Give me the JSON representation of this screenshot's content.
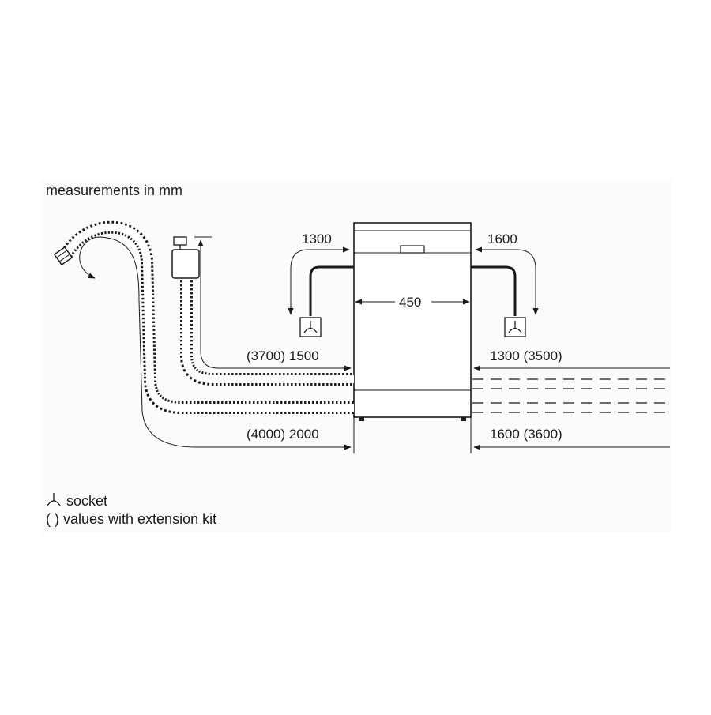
{
  "header": {
    "units_note": "measurements in mm"
  },
  "dimensions": {
    "left_outlet_drop": "1300",
    "right_outlet_drop": "1600",
    "appliance_width": "450",
    "drain_hose_length": "(3700) 1500",
    "supply_hose_length": "(4000) 2000",
    "right_upper_length": "1300 (3500)",
    "right_lower_length": "1600 (3600)"
  },
  "legend": {
    "socket_label": "socket",
    "extension_label": "( ) values with extension kit",
    "socket_icon": "socket-icon"
  },
  "colors": {
    "line": "#1a1a1a",
    "thin_line": "#555555",
    "background": "#ffffff",
    "panel": "#fbfbfb"
  }
}
